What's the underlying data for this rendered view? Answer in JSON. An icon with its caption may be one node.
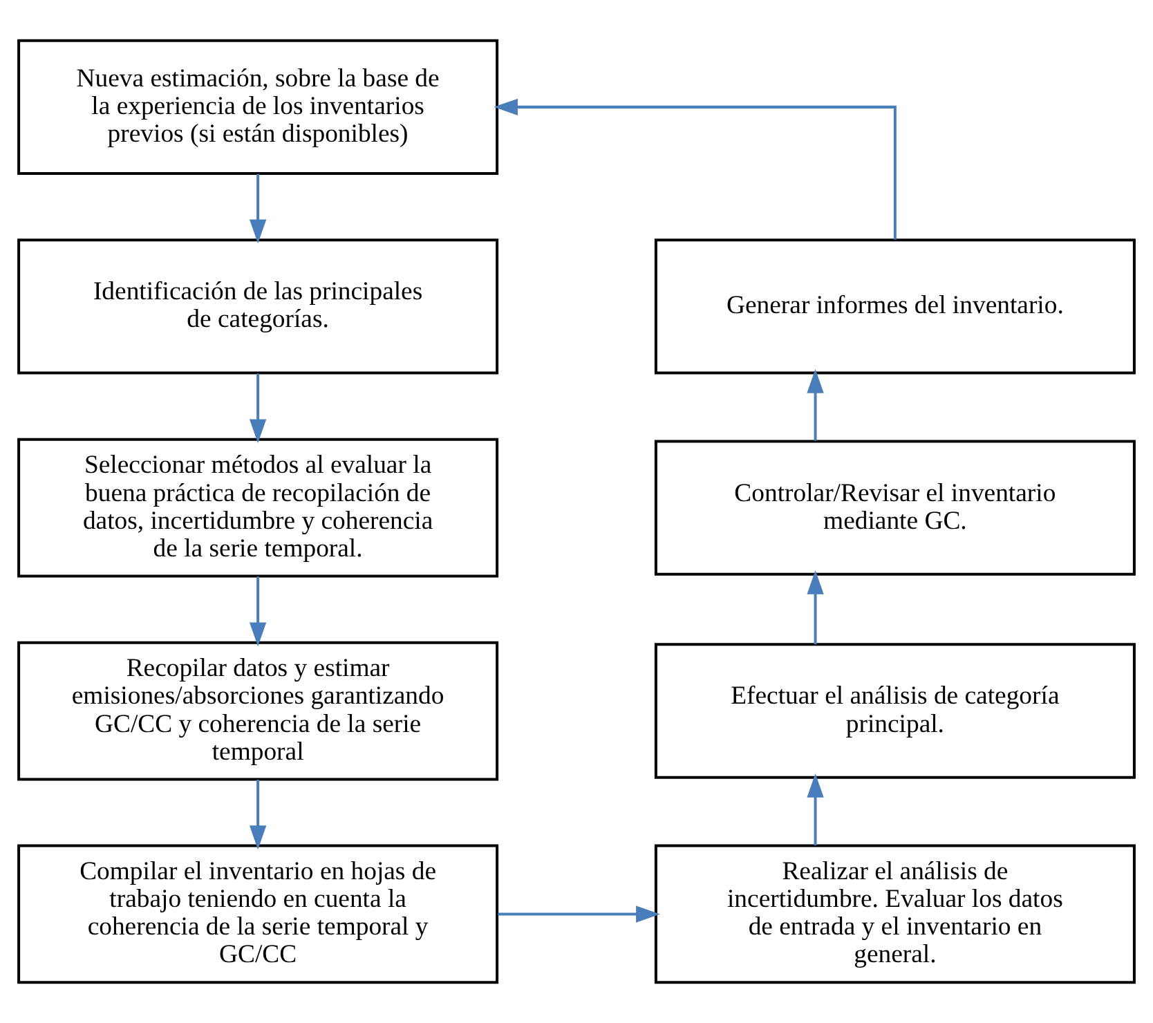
{
  "diagram": {
    "nodes": [
      {
        "text": [
          "Nueva estimación, sobre la base de la experiencia de los inventarios previos (si están disponibles)"
        ]
      },
      {
        "text": [
          "Identificación de las principales de categorías."
        ]
      },
      {
        "text": [
          "Seleccionar métodos al evaluar la buena práctica de recopilación de datos, incertidumbre y coherencia de la serie temporal."
        ]
      },
      {
        "text": [
          "Recopilar datos y estimar emisiones/absorciones garantizando GC/CC y coherencia de la serie temporal"
        ]
      },
      {
        "text": [
          "Compilar el inventario en hojas de trabajo teniendo en cuenta la coherencia de la serie temporal y GC/CC"
        ]
      },
      {
        "text": [
          "Realizar el análisis de incertidumbre. Evaluar los datos de entrada y el inventario en general."
        ]
      },
      {
        "text": [
          "Efectuar el análisis de categoría principal."
        ]
      },
      {
        "text": [
          "Controlar/Revisar el inventario mediante GC."
        ]
      },
      {
        "text": [
          "Generar informes del inventario."
        ]
      }
    ],
    "edges": [
      {
        "from": 0,
        "to": 1,
        "arrow": "to"
      },
      {
        "from": 1,
        "to": 2,
        "arrow": "to"
      },
      {
        "from": 2,
        "to": 3,
        "arrow": "to"
      },
      {
        "from": 3,
        "to": 4,
        "arrow": "to"
      },
      {
        "from": 4,
        "to": 5,
        "arrow": "to"
      },
      {
        "from": 5,
        "to": 6,
        "arrow": "to"
      },
      {
        "from": 6,
        "to": 7,
        "arrow": "to"
      },
      {
        "from": 7,
        "to": 8,
        "arrow": "to"
      },
      {
        "from": 8,
        "to": 0,
        "arrow": "to"
      }
    ]
  }
}
